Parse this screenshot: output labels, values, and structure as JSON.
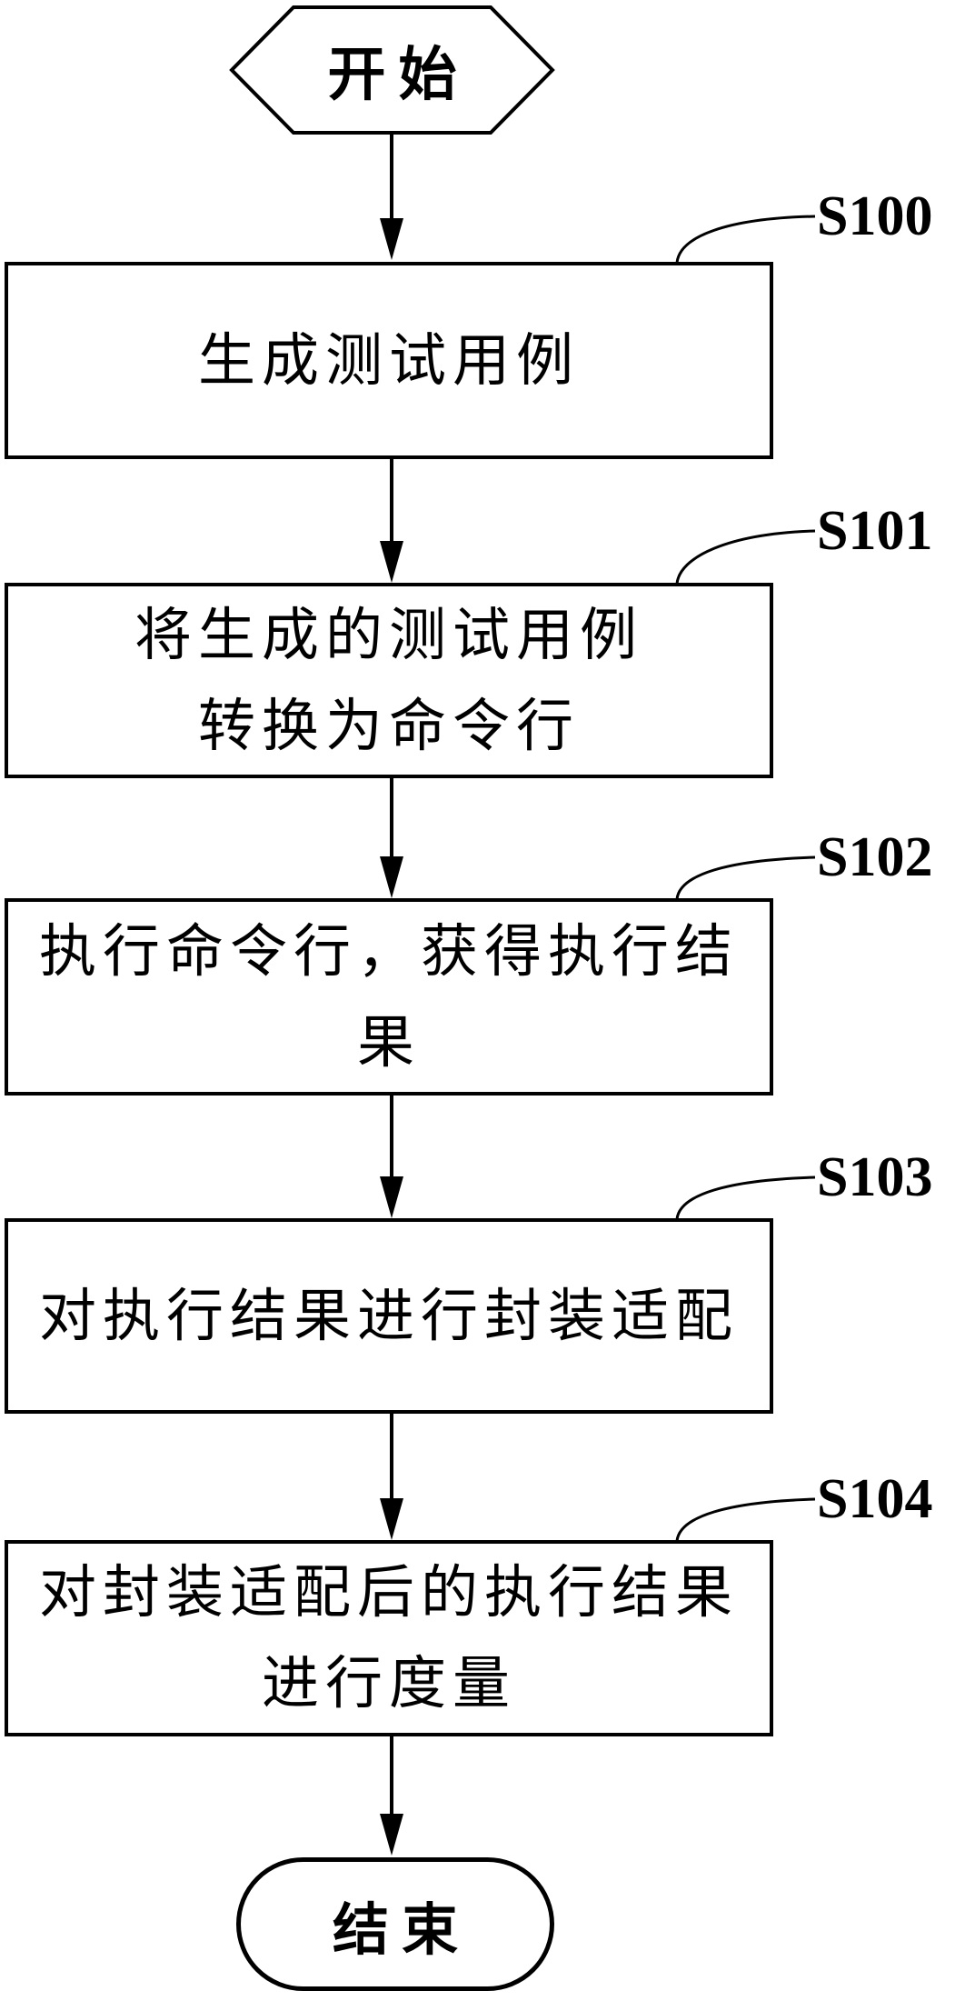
{
  "figure": {
    "type": "flowchart",
    "background_color": "#ffffff",
    "stroke_color": "#000000",
    "start": {
      "label": "开始"
    },
    "end": {
      "label": "结束"
    },
    "steps": [
      {
        "id": "S100",
        "lines": [
          "生成测试用例"
        ]
      },
      {
        "id": "S101",
        "lines": [
          "将生成的测试用例",
          "转换为命令行"
        ]
      },
      {
        "id": "S102",
        "lines": [
          "执行命令行，获得执行结",
          "果"
        ]
      },
      {
        "id": "S103",
        "lines": [
          "对执行结果进行封装适配"
        ]
      },
      {
        "id": "S104",
        "lines": [
          "对封装适配后的执行结果",
          "进行度量"
        ]
      }
    ]
  }
}
